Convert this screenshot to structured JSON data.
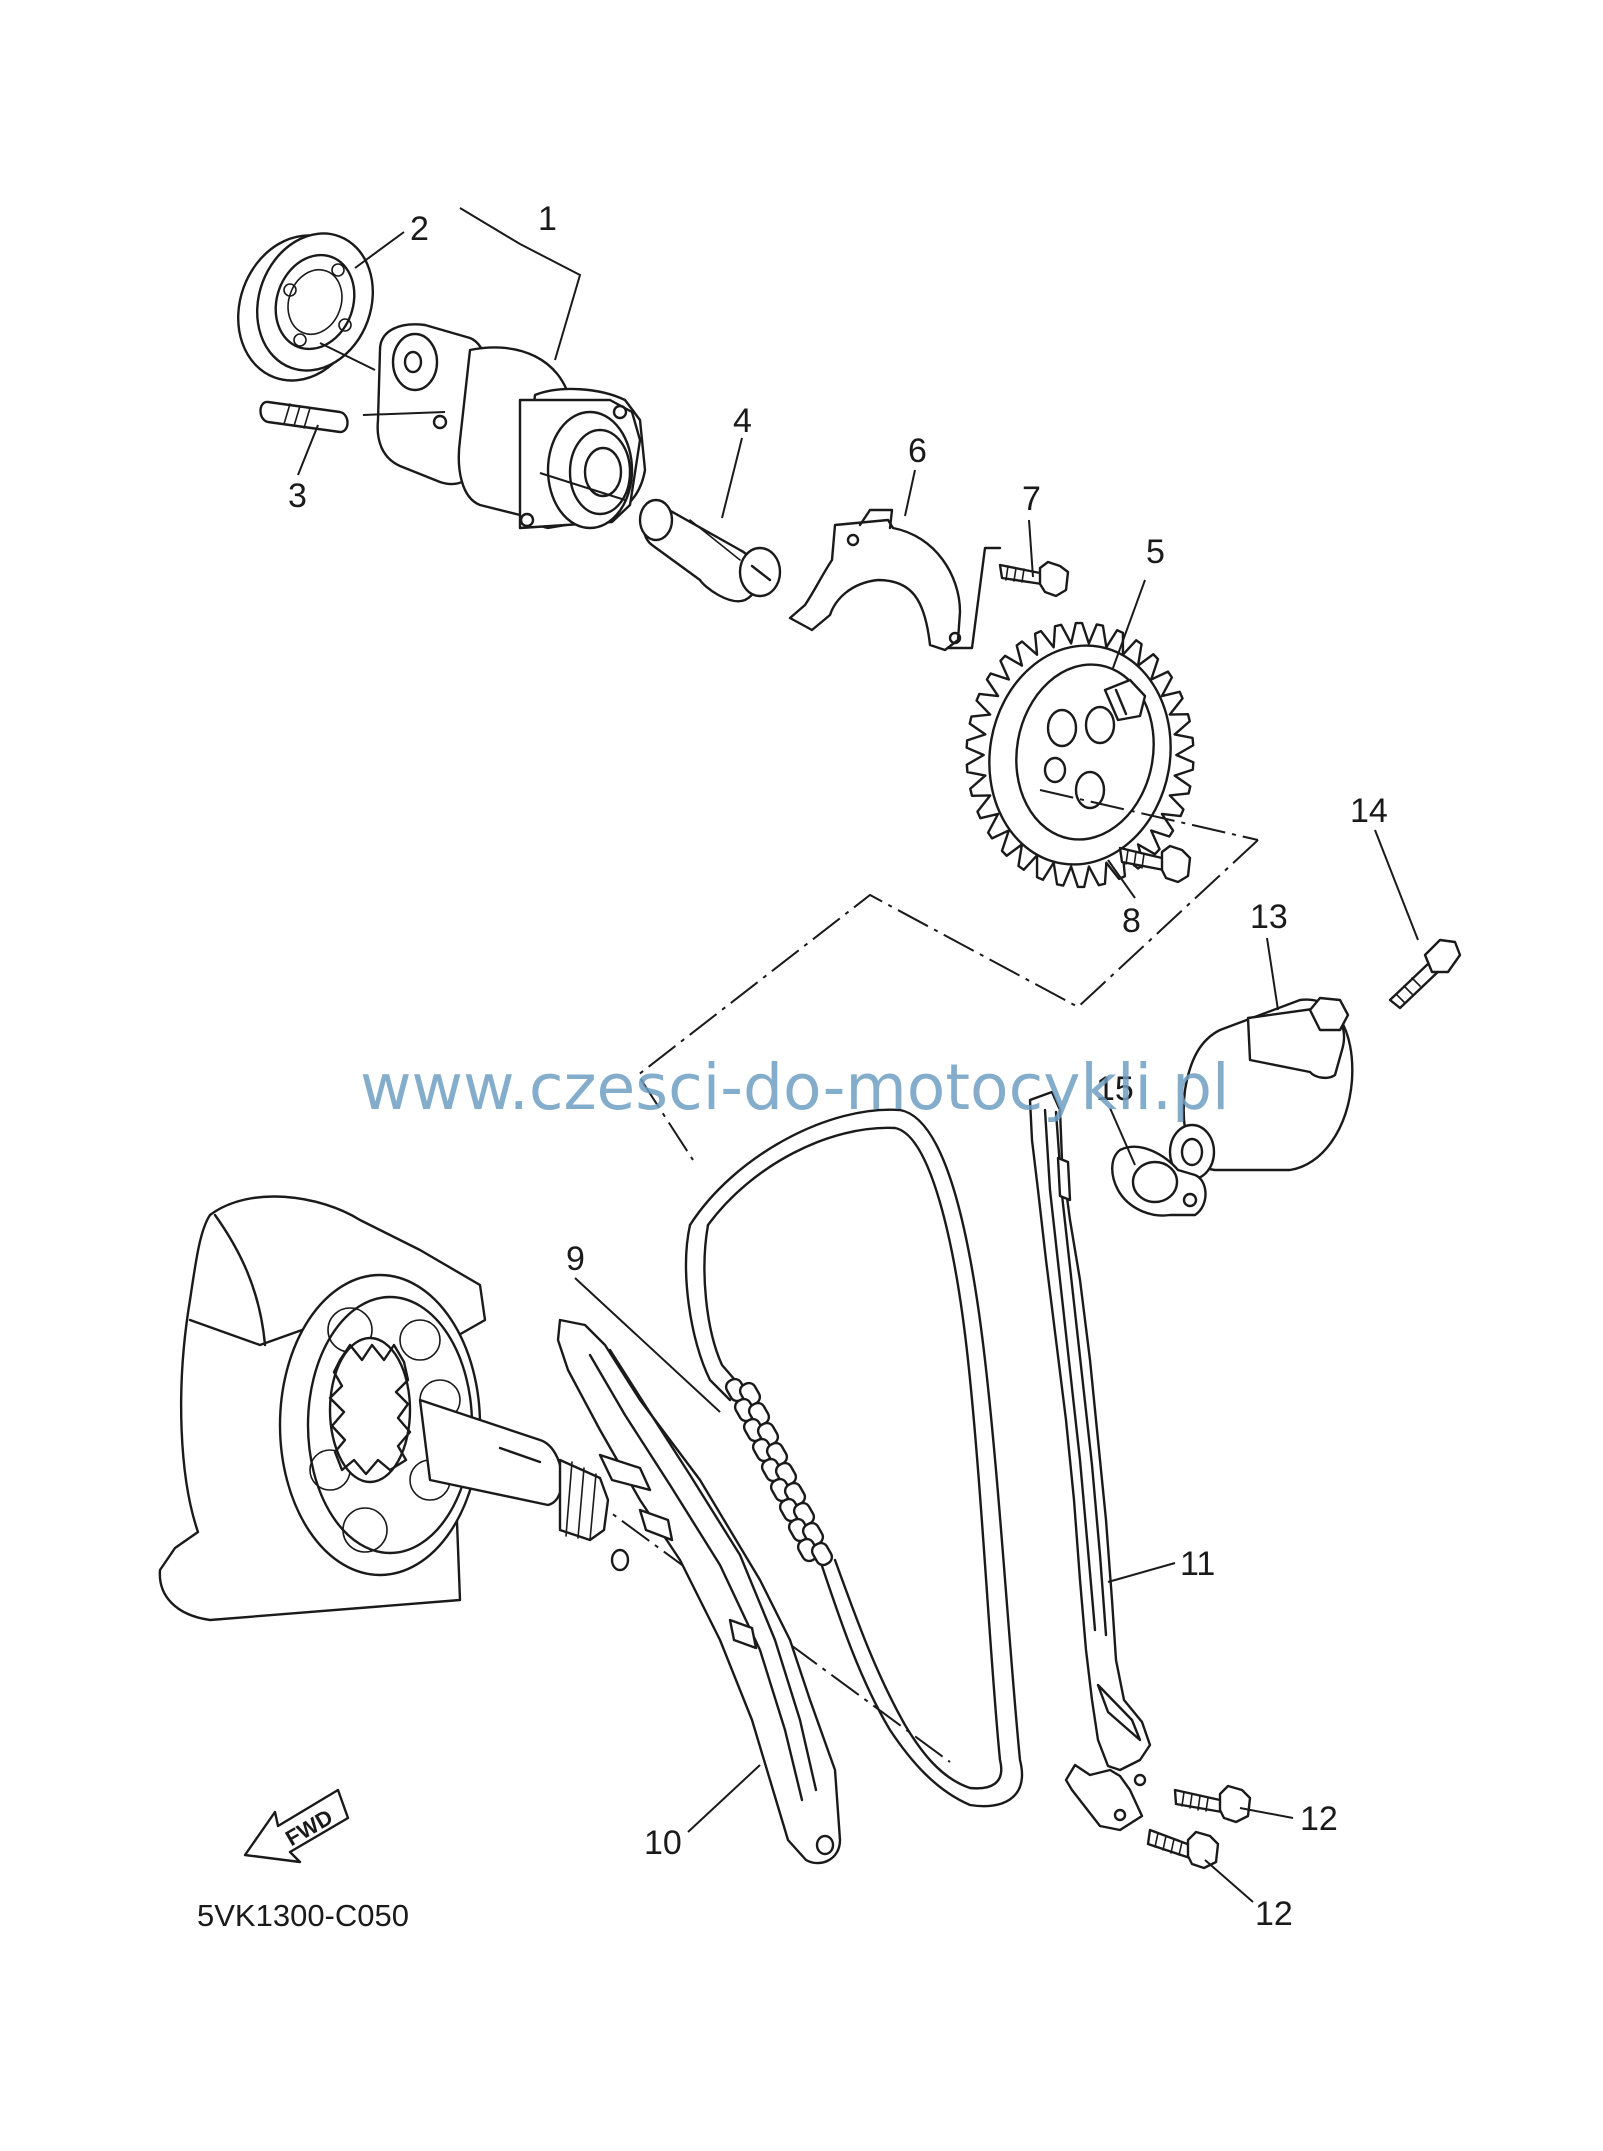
{
  "diagram": {
    "watermark": "www.czesci-do-motocykli.pl",
    "diagram_code": "5VK1300-C050",
    "fwd_label": "FWD",
    "callouts": {
      "c1": "1",
      "c2": "2",
      "c3": "3",
      "c4": "4",
      "c5": "5",
      "c6": "6",
      "c7": "7",
      "c8": "8",
      "c9": "9",
      "c10": "10",
      "c11": "11",
      "c12a": "12",
      "c12b": "12",
      "c13": "13",
      "c14": "14",
      "c15": "15"
    }
  }
}
